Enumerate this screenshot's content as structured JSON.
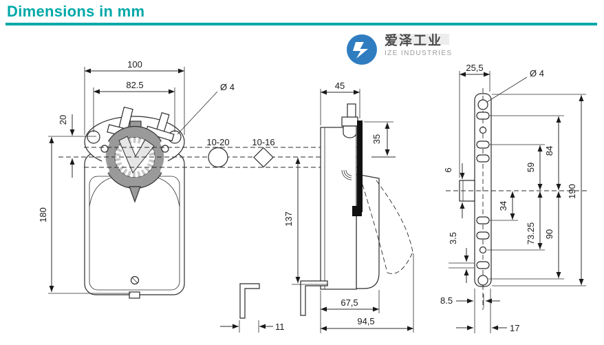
{
  "header": {
    "title": "Dimensions in mm"
  },
  "logo": {
    "name_cn": "爱泽工业",
    "name_en": "IZE INDUSTRIES"
  },
  "front_view": {
    "dim_100": "100",
    "dim_82_5": "82.5",
    "dim_20": "20",
    "dim_180": "180",
    "hole_dia": "Ø 4",
    "shaft_round_label": "10-20",
    "shaft_square_label": "10-16"
  },
  "side_view": {
    "dim_45": "45",
    "dim_35": "35",
    "dim_137": "137",
    "dim_67_5": "67,5",
    "dim_94_5": "94,5",
    "dim_11": "11"
  },
  "bracket_view": {
    "dim_25_5": "25,5",
    "hole_dia": "Ø 4",
    "dim_6": "6",
    "dim_34": "34",
    "dim_59": "59",
    "dim_84": "84",
    "dim_73_25": "73.25",
    "dim_90": "90",
    "dim_190": "190",
    "dim_3_5": "3.5",
    "dim_8_5": "8.5",
    "dim_17": "17"
  },
  "colors": {
    "accent": "#00a8a8",
    "logo_blue": "#2f7dc0",
    "line": "#2a2a2a"
  }
}
